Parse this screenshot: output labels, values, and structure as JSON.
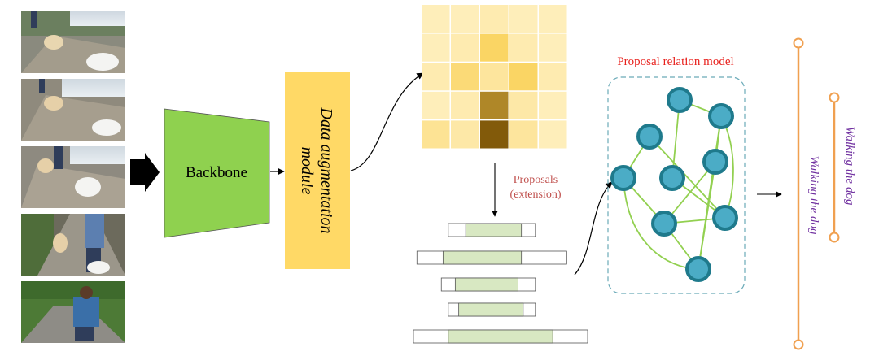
{
  "frames": [
    {
      "id": "frame-1"
    },
    {
      "id": "frame-2"
    },
    {
      "id": "frame-3"
    },
    {
      "id": "frame-4"
    },
    {
      "id": "frame-5"
    }
  ],
  "backbone": {
    "label": "Backbone",
    "color": "#8fd14f"
  },
  "augmentation": {
    "line1": "Data augmentation",
    "line2": "module",
    "color": "#ffd966"
  },
  "heatmap": {
    "rows": 5,
    "cols": 5,
    "values": [
      [
        0.1,
        0.1,
        0.15,
        0.1,
        0.1
      ],
      [
        0.1,
        0.15,
        0.55,
        0.15,
        0.1
      ],
      [
        0.15,
        0.45,
        0.25,
        0.55,
        0.15
      ],
      [
        0.1,
        0.15,
        0.85,
        0.2,
        0.1
      ],
      [
        0.3,
        0.2,
        1.0,
        0.25,
        0.1
      ]
    ]
  },
  "proposals": {
    "label_line1": "Proposals",
    "label_line2": "(extension)",
    "label_color": "#c0504d",
    "rows": [
      {
        "outer": [
          0.2,
          0.7
        ],
        "inner": [
          0.3,
          0.62
        ]
      },
      {
        "outer": [
          0.02,
          0.88
        ],
        "inner": [
          0.17,
          0.62
        ]
      },
      {
        "outer": [
          0.16,
          0.7
        ],
        "inner": [
          0.24,
          0.6
        ]
      },
      {
        "outer": [
          0.2,
          0.7
        ],
        "inner": [
          0.26,
          0.63
        ]
      },
      {
        "outer": [
          0.0,
          1.0
        ],
        "inner": [
          0.2,
          0.8
        ]
      }
    ]
  },
  "relation": {
    "title": "Proposal relation model",
    "title_color": "#e8201c",
    "node_color": "#4bacc6",
    "node_stroke": "#1f7a8c",
    "edge_color": "#92d050",
    "nodes": [
      {
        "id": "n1"
      },
      {
        "id": "n2"
      },
      {
        "id": "n3"
      },
      {
        "id": "n4"
      },
      {
        "id": "n5"
      },
      {
        "id": "n6"
      },
      {
        "id": "n7"
      },
      {
        "id": "n8"
      },
      {
        "id": "n9"
      }
    ],
    "edges": [
      [
        "n1",
        "n2"
      ],
      [
        "n1",
        "n5"
      ],
      [
        "n2",
        "n6"
      ],
      [
        "n2",
        "n9"
      ],
      [
        "n3",
        "n4"
      ],
      [
        "n3",
        "n8"
      ],
      [
        "n4",
        "n7"
      ],
      [
        "n5",
        "n8"
      ],
      [
        "n6",
        "n7"
      ],
      [
        "n6",
        "n9"
      ],
      [
        "n7",
        "n8"
      ],
      [
        "n7",
        "n9"
      ]
    ]
  },
  "output": {
    "label_long": "Walking the dog",
    "label_short": "Walking the dog",
    "line_color": "#f0a050",
    "text_color": "#7030a0"
  }
}
